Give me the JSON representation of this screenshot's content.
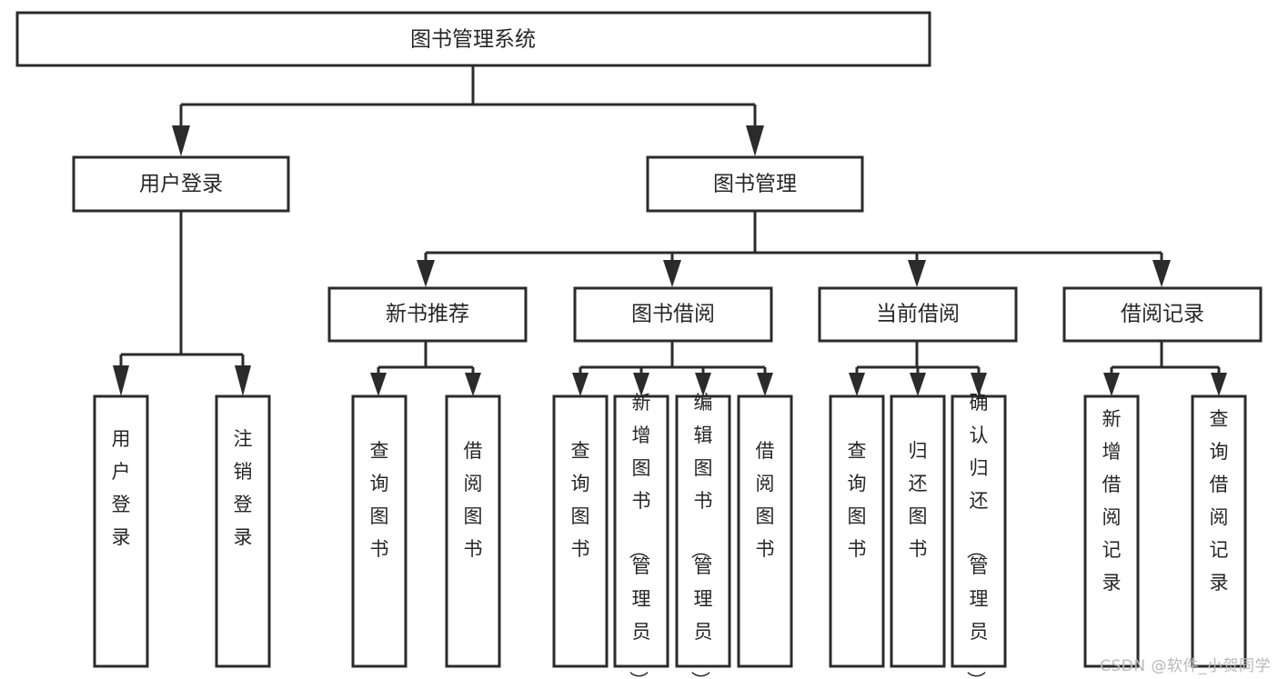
{
  "diagram": {
    "type": "tree-hierarchy-chart",
    "title": "图书管理系统",
    "watermark": "CSDN @软件_小贺同学",
    "colors": {
      "stroke": "#2b2b2b",
      "fill": "#ffffff",
      "text": "#262626",
      "watermark": "#b9b9b9"
    },
    "root": {
      "label": "图书管理系统",
      "children": [
        {
          "label": "用户登录",
          "children": [
            {
              "label": "用户登录",
              "orientation": "vertical"
            },
            {
              "label": "注销登录",
              "orientation": "vertical"
            }
          ]
        },
        {
          "label": "图书管理",
          "children": [
            {
              "label": "新书推荐",
              "children": [
                {
                  "label": "查询图书",
                  "orientation": "vertical"
                },
                {
                  "label": "借阅图书",
                  "orientation": "vertical"
                }
              ]
            },
            {
              "label": "图书借阅",
              "children": [
                {
                  "label": "查询图书",
                  "orientation": "vertical"
                },
                {
                  "label": "新增图书（管理员）",
                  "orientation": "vertical"
                },
                {
                  "label": "编辑图书（管理员）",
                  "orientation": "vertical"
                },
                {
                  "label": "借阅图书",
                  "orientation": "vertical"
                }
              ]
            },
            {
              "label": "当前借阅",
              "children": [
                {
                  "label": "查询图书",
                  "orientation": "vertical"
                },
                {
                  "label": "归还图书",
                  "orientation": "vertical"
                },
                {
                  "label": "确认归还（管理员）",
                  "orientation": "vertical"
                }
              ]
            },
            {
              "label": "借阅记录",
              "children": [
                {
                  "label": "新增借阅记录",
                  "orientation": "vertical"
                },
                {
                  "label": "查询借阅记录",
                  "orientation": "vertical"
                }
              ]
            }
          ]
        }
      ]
    },
    "nodes": {
      "root_title": "图书管理系统",
      "l2_user_login": "用户登录",
      "l2_book_mgmt": "图书管理",
      "l3_new_book_rec": "新书推荐",
      "l3_book_borrow": "图书借阅",
      "l3_current_borrow": "当前借阅",
      "l3_borrow_record": "借阅记录",
      "leaf_user_login": "用户登录",
      "leaf_logout": "注销登录",
      "leaf_query_book_a": "查询图书",
      "leaf_borrow_book_a": "借阅图书",
      "leaf_query_book_b": "查询图书",
      "leaf_add_book": "新增图书（管理员）",
      "leaf_edit_book": "编辑图书（管理员）",
      "leaf_borrow_book_b": "借阅图书",
      "leaf_query_book_c": "查询图书",
      "leaf_return_book": "归还图书",
      "leaf_confirm_return": "确认归还（管理员）",
      "leaf_add_record": "新增借阅记录",
      "leaf_query_record": "查询借阅记录"
    }
  }
}
